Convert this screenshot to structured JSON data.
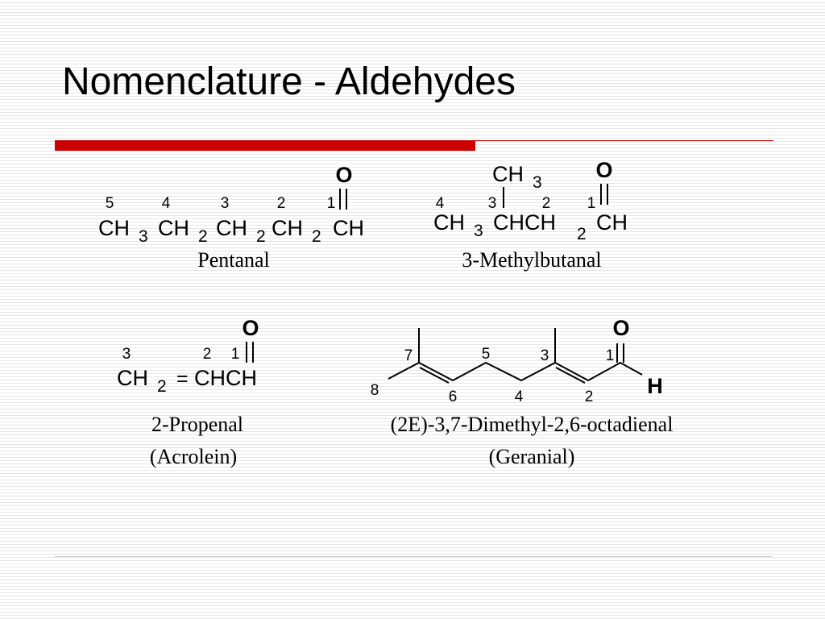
{
  "slide": {
    "title": "Nomenclature - Aldehydes"
  },
  "pentanal": {
    "o": "O",
    "numbers": [
      "5",
      "4",
      "3",
      "2",
      "1"
    ],
    "groups": [
      "CH",
      "CH",
      "CH",
      "CH",
      "CH"
    ],
    "subs": [
      "3",
      "2",
      "2",
      "2"
    ],
    "name": "Pentanal"
  },
  "methylbutanal": {
    "branch": "CH",
    "branch_sub": "3",
    "o": "O",
    "numbers": [
      "4",
      "3",
      "2",
      "1"
    ],
    "main_left": "CH",
    "main_left_sub": "3",
    "main_mid": "CHCH",
    "main_mid_sub": "2",
    "main_right": "CH",
    "name": "3-Methylbutanal"
  },
  "propenal": {
    "o": "O",
    "numbers": [
      "3",
      "2",
      "1"
    ],
    "left": "CH",
    "left_sub": "2",
    "eq": "=",
    "right": "CHCH",
    "name": "2-Propenal",
    "common_name": "(Acrolein)"
  },
  "geranial": {
    "o": "O",
    "h": "H",
    "numbers": [
      "8",
      "7",
      "6",
      "5",
      "4",
      "3",
      "2",
      "1"
    ],
    "name": "(2E)-3,7-Dimethyl-2,6-octadienal",
    "common_name": "(Geranial)"
  }
}
